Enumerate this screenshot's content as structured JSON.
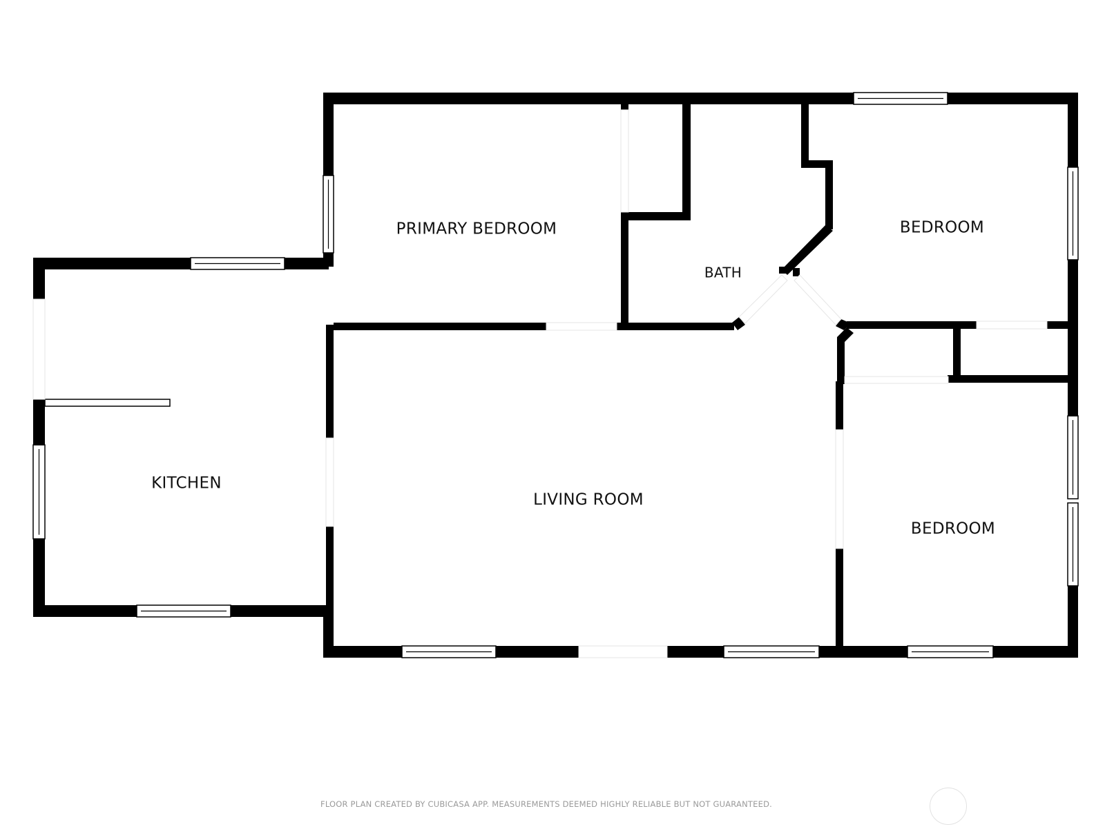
{
  "rooms": {
    "primary_bedroom": "PRIMARY BEDROOM",
    "bath": "BATH",
    "bedroom_1": "BEDROOM",
    "kitchen": "KITCHEN",
    "living_room": "LIVING ROOM",
    "bedroom_2": "BEDROOM"
  },
  "footer": "FLOOR PLAN CREATED BY CUBICASA APP. MEASUREMENTS DEEMED HIGHLY RELIABLE BUT NOT GUARANTEED.",
  "colors": {
    "wall": "#000000",
    "background": "#ffffff",
    "footer_text": "#9a9a9a"
  }
}
